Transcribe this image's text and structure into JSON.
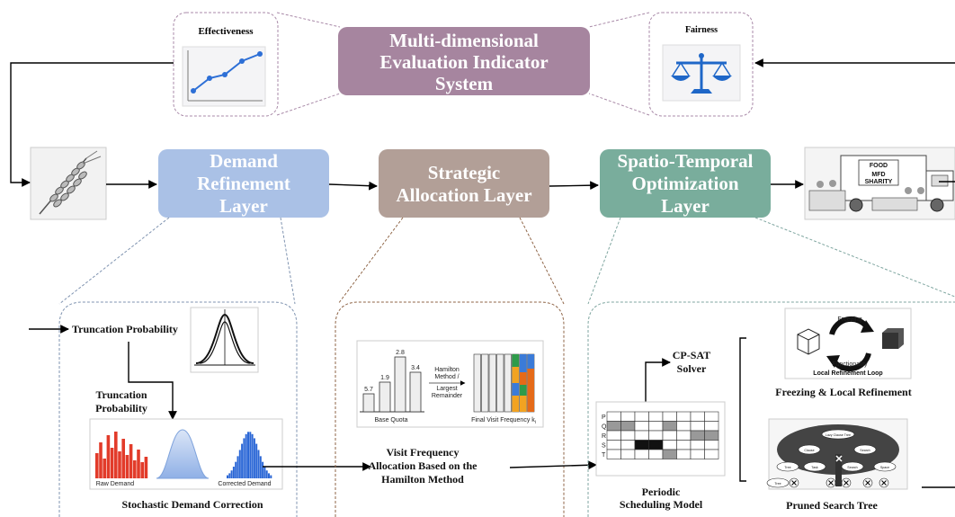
{
  "top": {
    "title_lines": [
      "Multi-dimensional",
      "Evaluation Indicator",
      "System"
    ],
    "effectiveness": "Effectiveness",
    "fairness": "Fairness"
  },
  "layers": {
    "demand": [
      "Demand",
      "Refinement",
      "Layer"
    ],
    "strategic": [
      "Strategic",
      "Allocation Layer"
    ],
    "spatio": [
      "Spatio-Temporal",
      "Optimization",
      "Layer"
    ]
  },
  "demand_panel": {
    "truncation_top": "Truncation Probability",
    "truncation_mid": [
      "Truncation",
      "Probability"
    ],
    "raw_demand": "Raw Demand",
    "corrected_demand": "Corrected Demand",
    "caption": "Stochastic Demand Correction"
  },
  "alloc_panel": {
    "bar_values": [
      "5.7",
      "1.9",
      "2.8",
      "3.4"
    ],
    "method_lines": [
      "Hamilton",
      "Method /",
      "Largest",
      "Remainder"
    ],
    "base_quota": "Base Quota",
    "final_visit": "Final Visit Frequency k",
    "final_sub": "i",
    "caption": [
      "Visit Frequency",
      "Allocation Based on the",
      "Hamilton Method"
    ]
  },
  "sched_panel": {
    "solver": [
      "CP-SAT",
      "Solver"
    ],
    "rows": [
      "P",
      "Q",
      "R",
      "S",
      "T"
    ],
    "caption": [
      "Periodic",
      "Scheduling Model"
    ],
    "freezing_label": "Freezing",
    "functionality_label": "Functionality",
    "loop_label": "Local Refinement Loop",
    "freezing_caption": "Freezing & Local Refinement",
    "tree_nodes": [
      "Lazy Clause Tree",
      "Clause",
      "Search",
      "Tree",
      "Task",
      "Search",
      "Space",
      "Tree"
    ],
    "tree_caption": "Pruned Search Tree"
  },
  "truck": {
    "sign": [
      "FOOD",
      "MFD",
      "SHARITY"
    ]
  },
  "colors": {
    "purple": "#a6859f",
    "blue": "#aac1e6",
    "brown": "#b29f97",
    "green": "#79ad9c",
    "dashed_purple": "#a98aa8",
    "dashed_blue": "#7f93b0",
    "dashed_brown": "#8f6547",
    "dashed_green": "#7fa6a0"
  }
}
